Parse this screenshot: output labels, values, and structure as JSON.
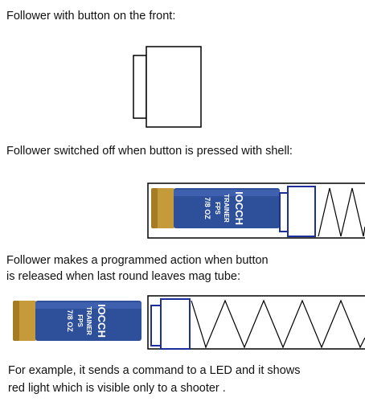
{
  "captions": {
    "front": "Follower with button on the front:",
    "pressed": "Follower switched off when button is pressed with shell:",
    "released_line1": "Follower makes a programmed action when button",
    "released_line2": "is released when last round leaves mag tube:",
    "example_line1": "For example, it sends a command to a LED and it shows",
    "example_line2": "red light which is visible only to a shooter ."
  },
  "shell": {
    "brand": "IOCCH",
    "line2": "TRAINER",
    "line3": "FPS",
    "weight": "7/8 OZ",
    "body_color": "#2e4f9a",
    "brass_color": "#c49a3a"
  },
  "colors": {
    "outline": "#000000",
    "follower_pressed": "#1f2f9a"
  }
}
